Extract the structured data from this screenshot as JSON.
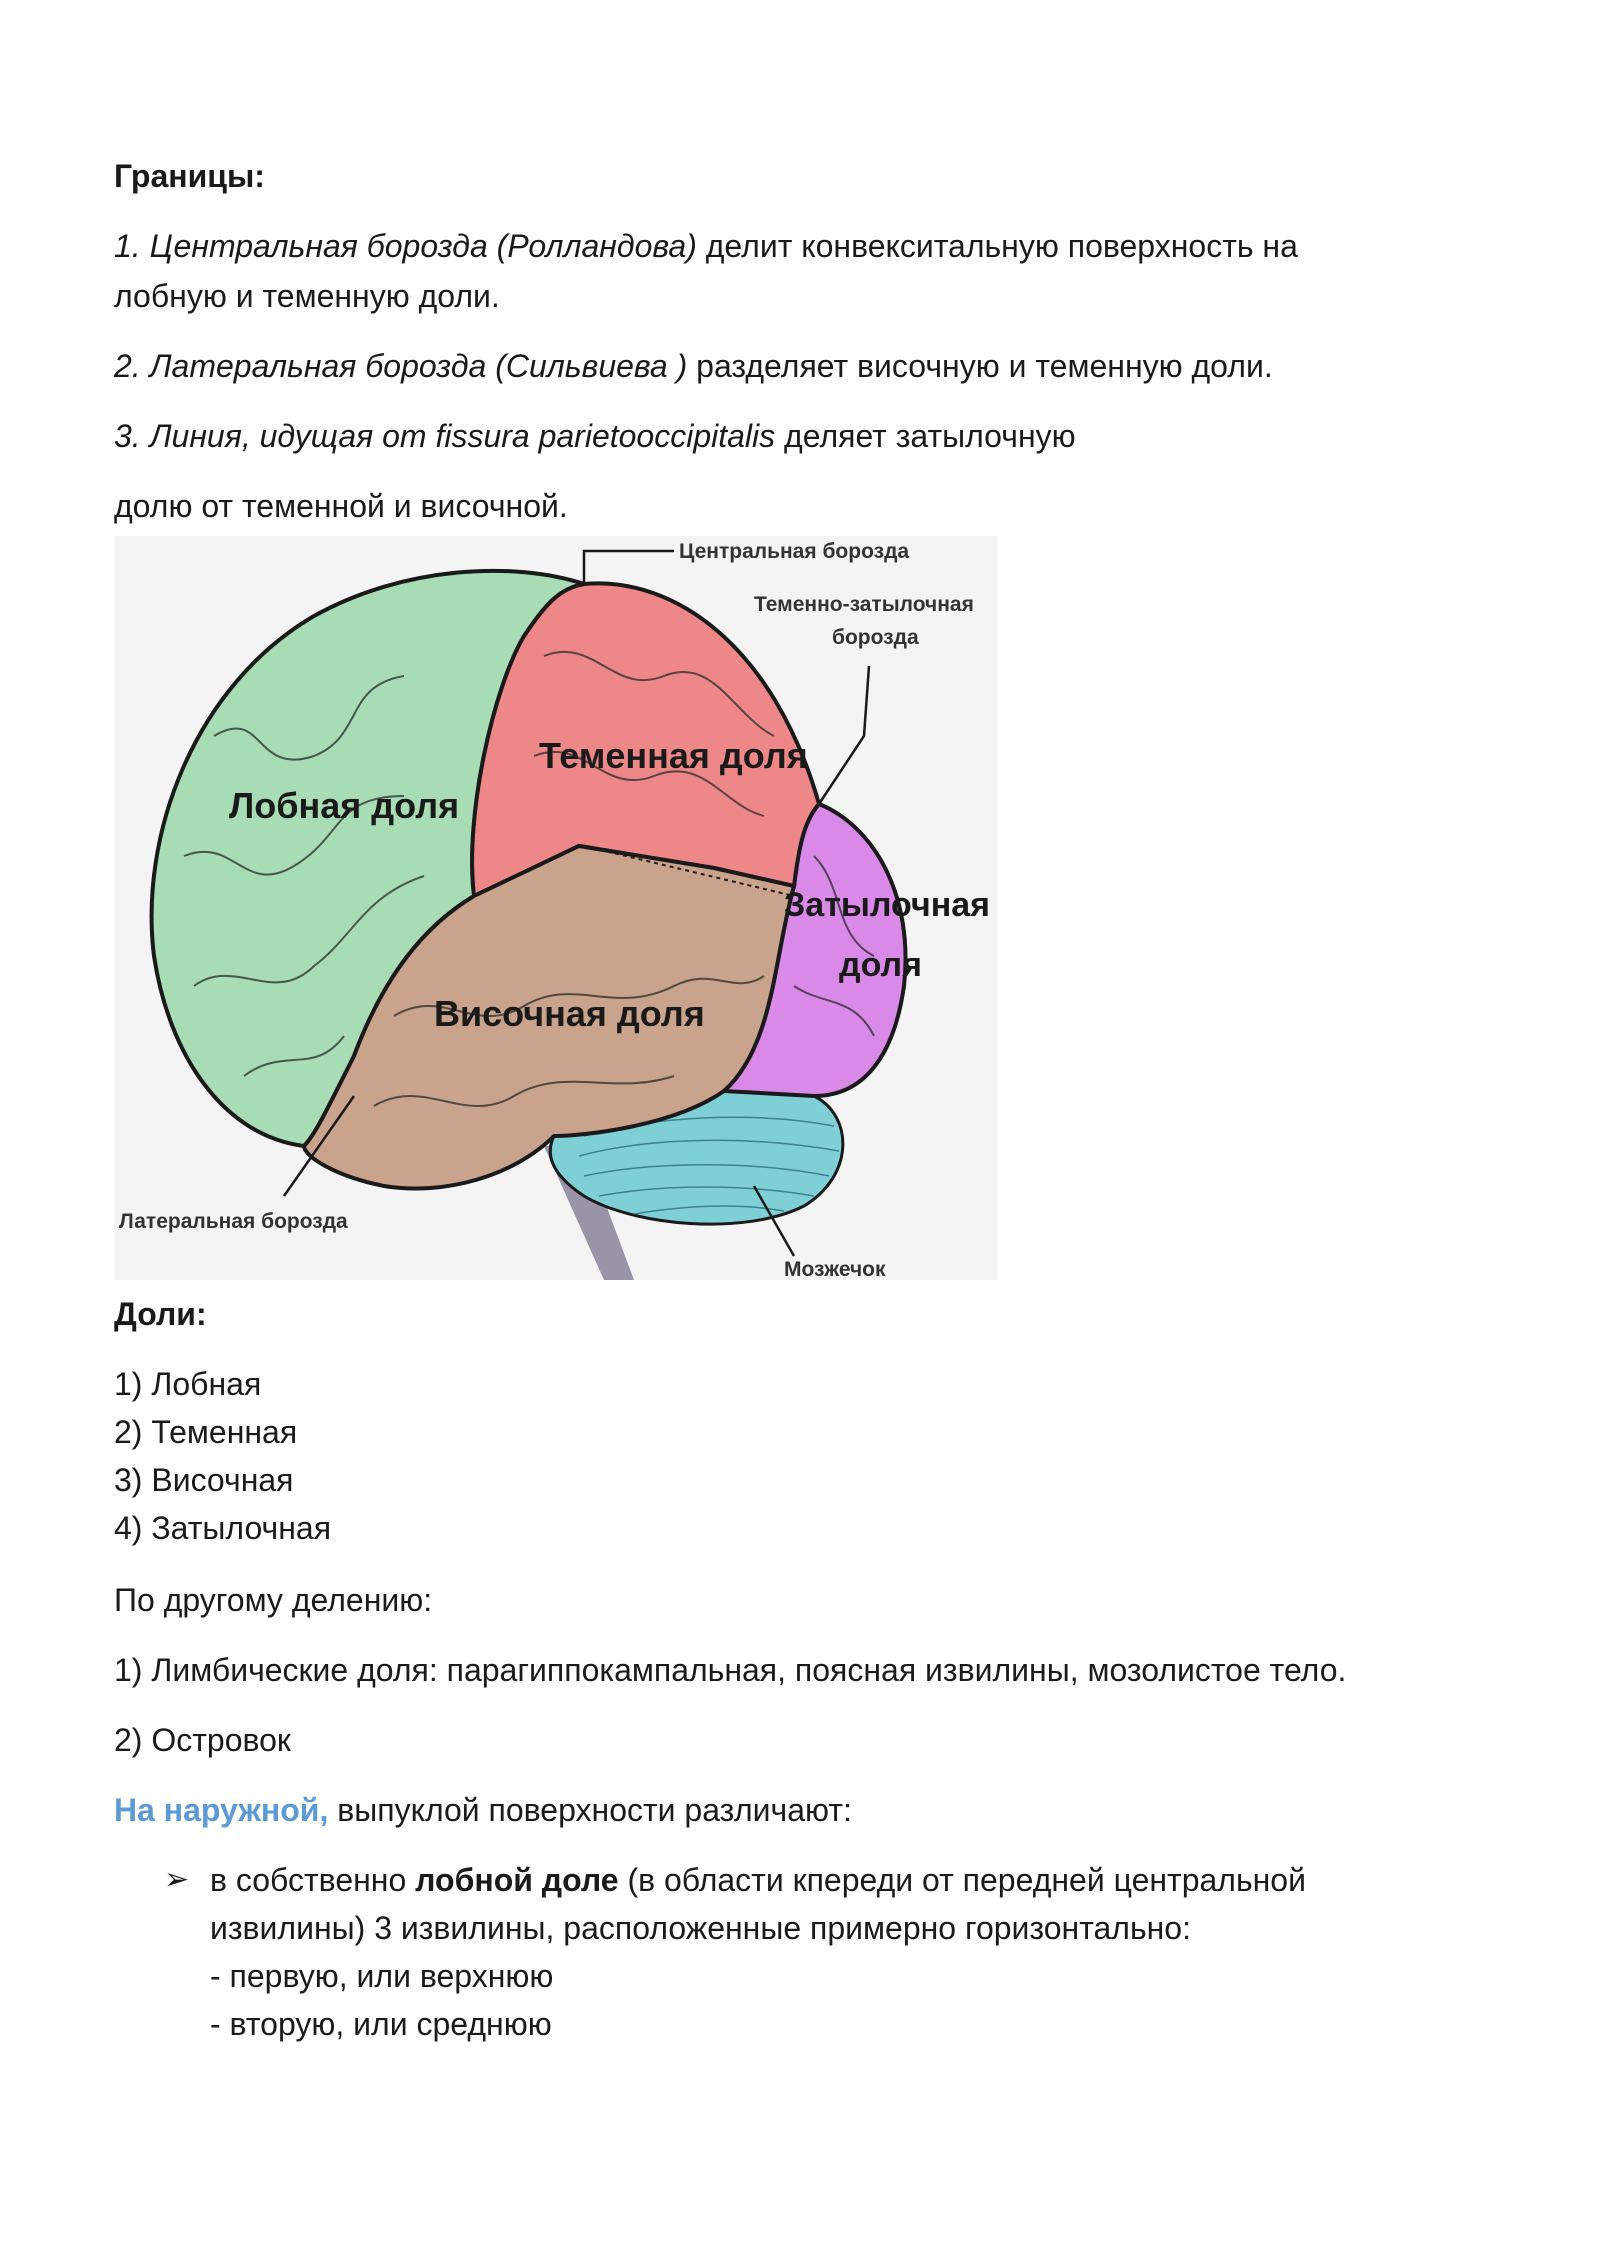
{
  "borders": {
    "heading": "Границы:",
    "item1_italic": "1. Центральная борозда (Ролландова)",
    "item1_rest": " делит конвекситальную поверхность на",
    "item1_line2": "лобную и теменную доли.",
    "item2_italic": "2. Латеральная борозда (Сильвиева )",
    "item2_rest": " разделяет височную и теменную доли.",
    "item3_italic": "3. Линия, идущая от fissura parietooccipitalis",
    "item3_rest": " деляет затылочную",
    "item3_line2": "долю от теменной и височной."
  },
  "figure": {
    "label_central": "Центральная борозда",
    "label_parieto_1": "Теменно-затылочная",
    "label_parieto_2": "борозда",
    "label_parietal": "Теменная доля",
    "label_frontal": "Лобная доля",
    "label_occipital_1": "Затылочная",
    "label_occipital_2": "доля",
    "label_temporal": "Височная доля",
    "label_lateral": "Латеральная борозда",
    "label_cerebellum": "Мозжечок",
    "colors": {
      "frontal": "#a8dcb4",
      "parietal": "#ee8888",
      "temporal": "#c9a38c",
      "occipital": "#d98ae8",
      "cerebellum": "#7fcfd6",
      "stem": "#9a94a8"
    }
  },
  "lobes": {
    "heading": "Доли:",
    "items": [
      "1) Лобная",
      "2) Теменная",
      "3) Височная",
      "4) Затылочная"
    ],
    "other_division": "По другому делению:",
    "other_1": "1) Лимбические доля: парагиппокампальная, поясная извилины, мозолистое тело.",
    "other_2": "2) Островок"
  },
  "outer": {
    "highlight": "На наружной,",
    "rest": " выпуклой поверхности различают:",
    "bullet_symbol": "➢",
    "bullet_part1": "в собственно ",
    "bullet_bold": "лобной доле",
    "bullet_part2": " (в области кпереди от передней центральной",
    "bullet_line2": "извилины) 3 извилины, расположенные примерно горизонтально:",
    "dash1": "- первую, или верхнюю",
    "dash2": "- вторую, или среднюю"
  }
}
